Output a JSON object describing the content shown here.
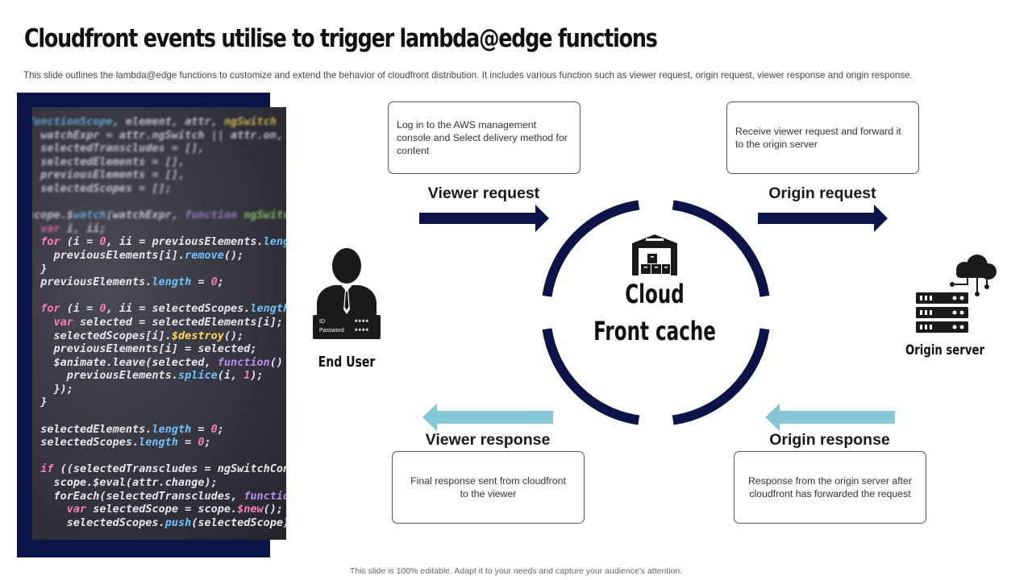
{
  "header": {
    "title": "Cloudfront events utilise to trigger lambda@edge functions",
    "subtitle": "This slide outlines the lambda@edge functions to customize and extend the behavior of  cloudfront distribution. It includes various function such as viewer request, origin request, viewer response and origin response."
  },
  "center": {
    "line1": "Cloud",
    "line2": "Front cache",
    "icon": "warehouse-icon"
  },
  "end_user": {
    "label": "End User",
    "id_label": "ID",
    "id_value": "****",
    "password_label": "Password",
    "password_value": "****",
    "icon": "user-icon"
  },
  "origin_server": {
    "label": "Origin server",
    "icon": "cloud-server-icon"
  },
  "steps": {
    "viewer_request": {
      "label": "Viewer request",
      "description": "Log in to the AWS management console and Select delivery  method for content"
    },
    "origin_request": {
      "label": "Origin request",
      "description": "Receive viewer request and forward it to the origin server"
    },
    "viewer_response": {
      "label": "Viewer response",
      "description": "Final response  sent from cloudfront to the viewer"
    },
    "origin_response": {
      "label": "Origin response",
      "description": "Response from the origin server after cloudfront has forwarded  the request"
    }
  },
  "colors": {
    "navy": "#0b1448",
    "light_blue": "#86c7d8"
  },
  "footer": {
    "text": "This slide is 100% editable.  Adapt it to your needs and capture your audience's attention."
  }
}
